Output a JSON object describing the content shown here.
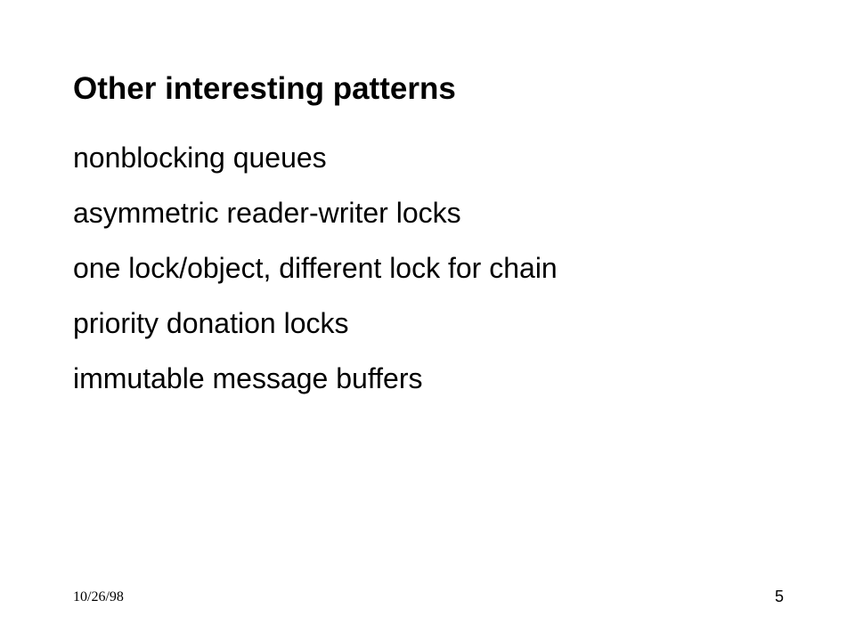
{
  "slide": {
    "title": "Other interesting patterns",
    "items": [
      "nonblocking queues",
      "asymmetric reader-writer locks",
      "one lock/object, different lock for chain",
      "priority donation locks",
      "immutable message buffers"
    ],
    "footer": {
      "date": "10/26/98",
      "page_number": "5"
    }
  }
}
